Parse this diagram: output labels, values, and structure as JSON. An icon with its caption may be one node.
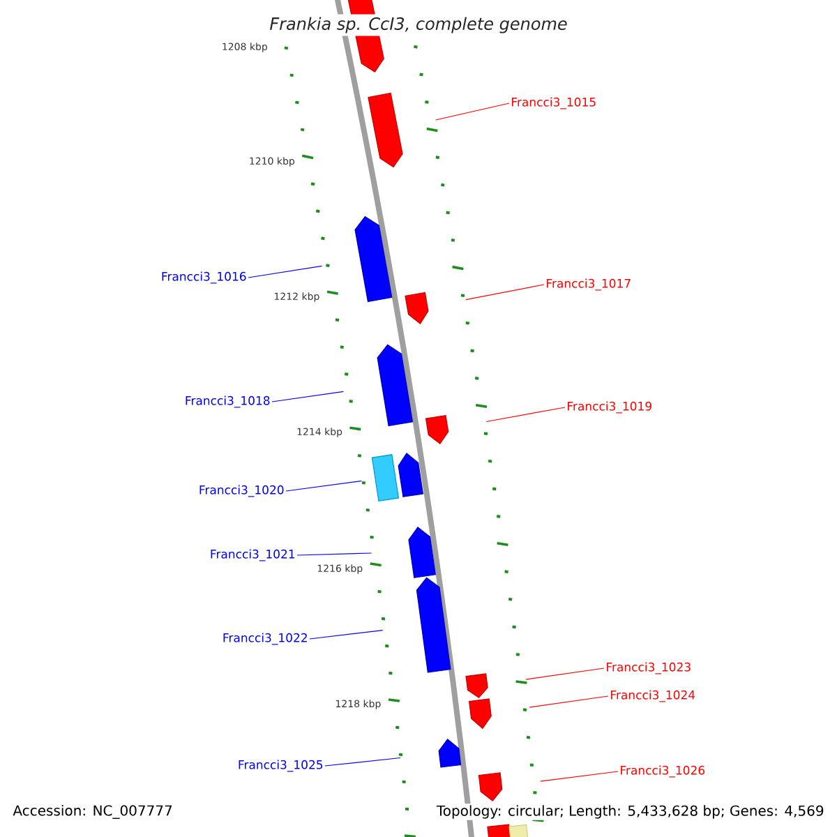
{
  "diagram": {
    "title": "Frankia sp. CcI3, complete genome",
    "nodes": [
      {
        "text": [],
        "shape": "arrow"
      },
      {
        "text": [
          "Francci3_1015"
        ]
      },
      {
        "text": [],
        "shape": "arrow"
      },
      {
        "text": [
          "Francci3_1016"
        ]
      },
      {
        "text": [],
        "shape": "arrow"
      },
      {
        "text": [
          "Francci3_1017"
        ]
      },
      {
        "text": [],
        "shape": "arrow"
      },
      {
        "text": [
          "Francci3_1018"
        ]
      },
      {
        "text": [],
        "shape": "arrow"
      },
      {
        "text": [
          "Francci3_1019"
        ]
      },
      {
        "text": [],
        "shape": "arrow"
      },
      {
        "text": [
          "Francci3_1020"
        ]
      },
      {
        "text": [],
        "shape": "box"
      },
      {
        "text": [],
        "shape": "arrow"
      },
      {
        "text": [
          "Francci3_1021"
        ]
      },
      {
        "text": [],
        "shape": "arrow"
      },
      {
        "text": [
          "Francci3_1022"
        ]
      },
      {
        "text": [],
        "shape": "arrow"
      },
      {
        "text": [
          "Francci3_1023"
        ]
      },
      {
        "text": [],
        "shape": "arrow"
      },
      {
        "text": [
          "Francci3_1024"
        ]
      },
      {
        "text": [],
        "shape": "arrow"
      },
      {
        "text": [
          "Francci3_1025"
        ]
      },
      {
        "text": [],
        "shape": "arrow"
      },
      {
        "text": [
          "Francci3_1026"
        ]
      },
      {
        "text": [],
        "shape": "arrow"
      },
      {
        "text": [],
        "shape": "arrow"
      },
      {
        "text": [],
        "shape": "box"
      }
    ],
    "edges": [
      {
        "from": 1,
        "to": 2,
        "arrow": "none",
        "color": "#ff0000"
      },
      {
        "from": 3,
        "to": 4,
        "arrow": "none",
        "color": "#0000ff"
      },
      {
        "from": 5,
        "to": 6,
        "arrow": "none",
        "color": "#ff0000"
      },
      {
        "from": 7,
        "to": 8,
        "arrow": "none",
        "color": "#0000ff"
      },
      {
        "from": 9,
        "to": 10,
        "arrow": "none",
        "color": "#ff0000"
      },
      {
        "from": 11,
        "to": 12,
        "arrow": "none",
        "color": "#0000ff"
      },
      {
        "from": 14,
        "to": 15,
        "arrow": "none",
        "color": "#0000ff"
      },
      {
        "from": 16,
        "to": 17,
        "arrow": "none",
        "color": "#0000ff"
      },
      {
        "from": 18,
        "to": 19,
        "arrow": "none",
        "color": "#ff0000"
      },
      {
        "from": 20,
        "to": 21,
        "arrow": "none",
        "color": "#ff0000"
      },
      {
        "from": 22,
        "to": 23,
        "arrow": "none",
        "color": "#0000ff"
      },
      {
        "from": 24,
        "to": 25,
        "arrow": "none",
        "color": "#ff0000"
      }
    ],
    "labels": [
      "1208 kbp",
      "1210 kbp",
      "1212 kbp",
      "1214 kbp",
      "1216 kbp",
      "1218 kbp",
      "Accession: NC_007777",
      "Topology: circular; Length: 5,433,628 bp; Genes: 4,569"
    ]
  }
}
